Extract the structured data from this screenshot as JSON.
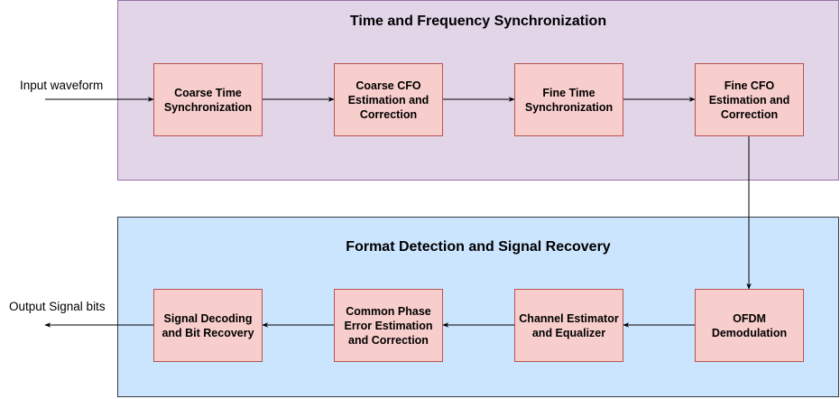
{
  "groups": {
    "sync": {
      "title": "Time and Frequency Synchronization",
      "fill": "#e1d5e7",
      "stroke": "#9673a6"
    },
    "recovery": {
      "title": "Format Detection and Signal Recovery",
      "fill": "#cce5ff",
      "stroke": "#36393d"
    }
  },
  "blocks": {
    "coarse_time": "Coarse Time\nSynchronization",
    "coarse_cfo": "Coarse CFO\nEstimation and\nCorrection",
    "fine_time": "Fine Time\nSynchronization",
    "fine_cfo": "Fine CFO\nEstimation and\nCorrection",
    "ofdm": "OFDM\nDemodulation",
    "channel": "Channel Estimator\nand Equalizer",
    "phase": "Common Phase\nError Estimation\nand Correction",
    "decoding": "Signal Decoding\nand Bit Recovery"
  },
  "labels": {
    "input": "Input waveform",
    "output": "Output Signal bits"
  },
  "colors": {
    "block_fill": "#f8cecc",
    "block_stroke": "#b85450",
    "arrow": "#000000"
  }
}
